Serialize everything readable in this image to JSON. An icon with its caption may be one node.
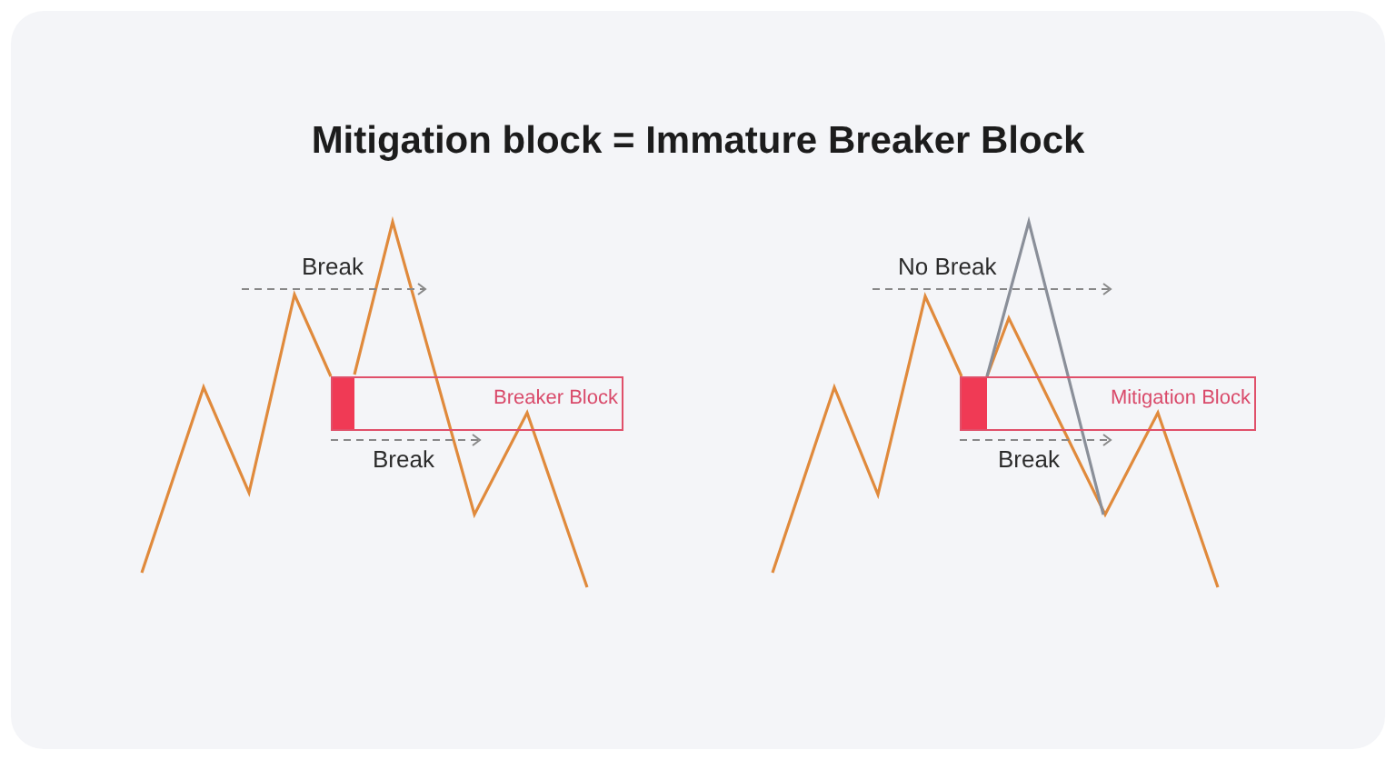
{
  "diagram": {
    "title": "Mitigation block = Immature Breaker Block",
    "nodes": [
      {
        "text": [
          "Breaker Block"
        ]
      },
      {
        "text": [
          "Mitigation Block"
        ]
      }
    ],
    "labels": [
      "Break",
      "Break",
      "No Break",
      "Break"
    ]
  }
}
